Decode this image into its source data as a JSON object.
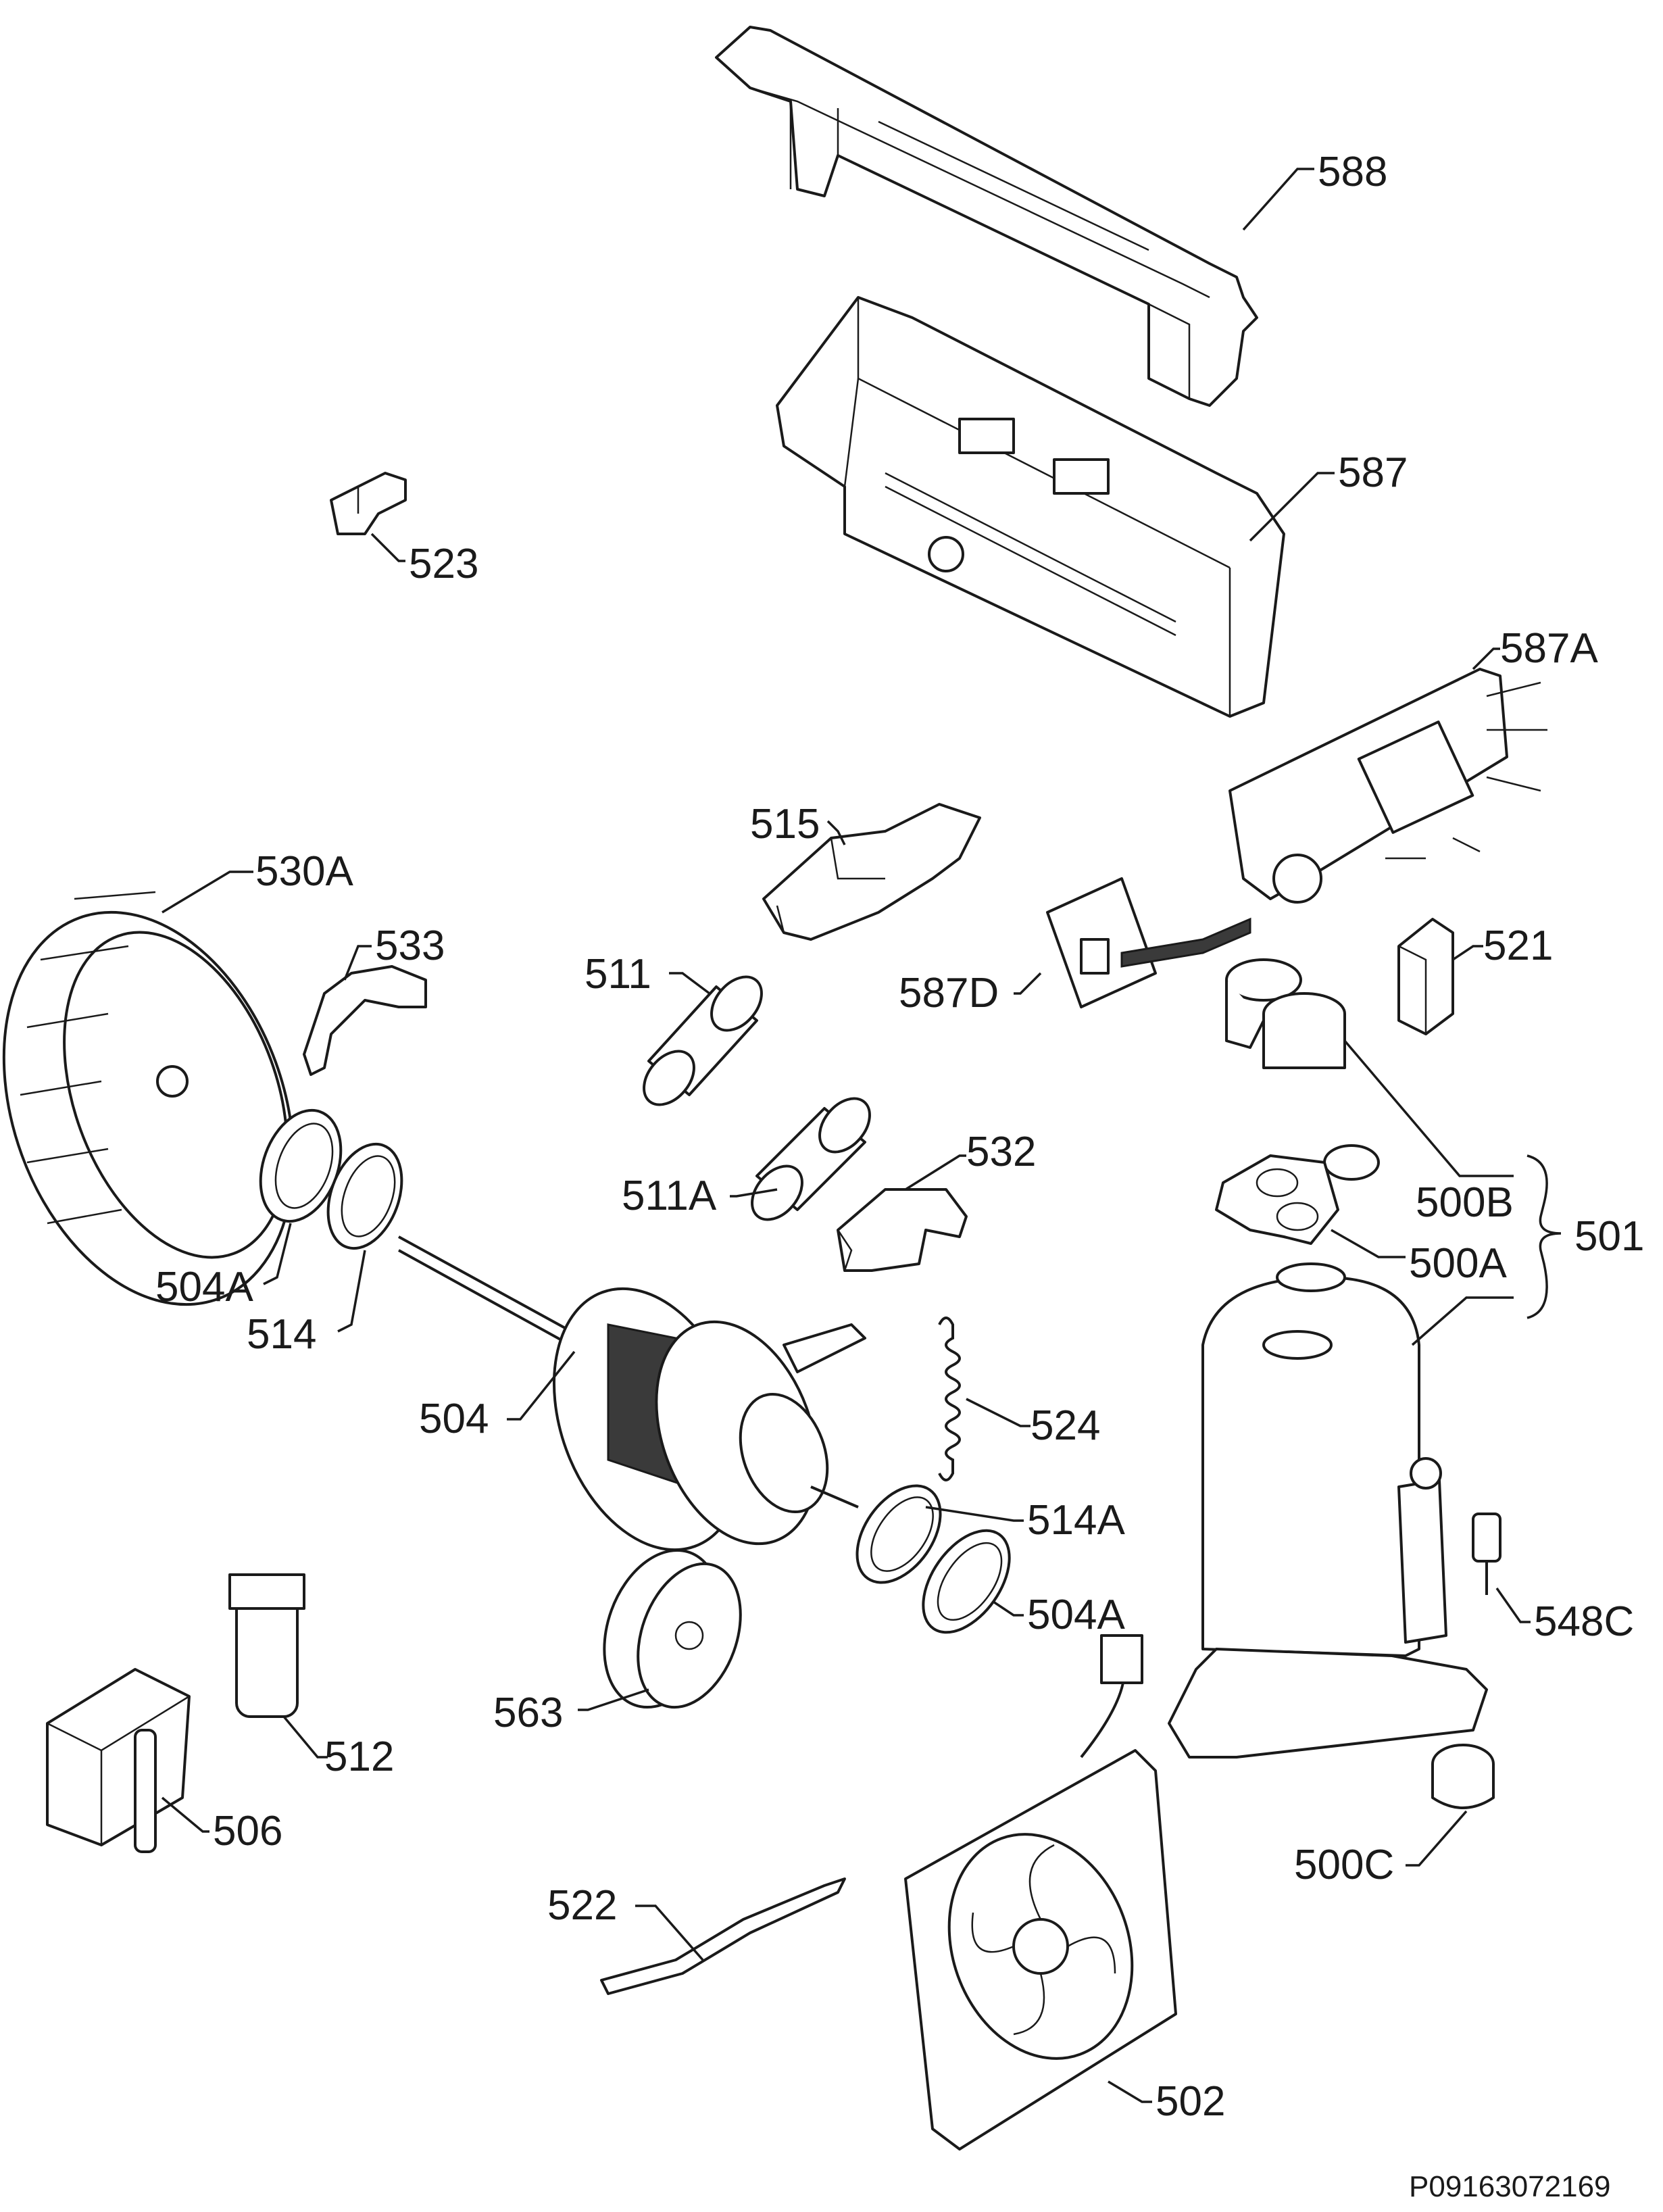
{
  "labels": {
    "p588": "588",
    "p587": "587",
    "p523": "523",
    "p587A": "587A",
    "p515": "515",
    "p530A": "530A",
    "p533": "533",
    "p511": "511",
    "p521": "521",
    "p587D": "587D",
    "p532": "532",
    "p511A": "511A",
    "p500B": "500B",
    "p501": "501",
    "p500A": "500A",
    "p504A_left": "504A",
    "p514": "514",
    "p504": "504",
    "p524": "524",
    "p514A": "514A",
    "p504A_right": "504A",
    "p548C": "548C",
    "p512": "512",
    "p563": "563",
    "p506": "506",
    "p500C": "500C",
    "p522": "522",
    "p502": "502"
  },
  "reference_code": "P09163072169"
}
